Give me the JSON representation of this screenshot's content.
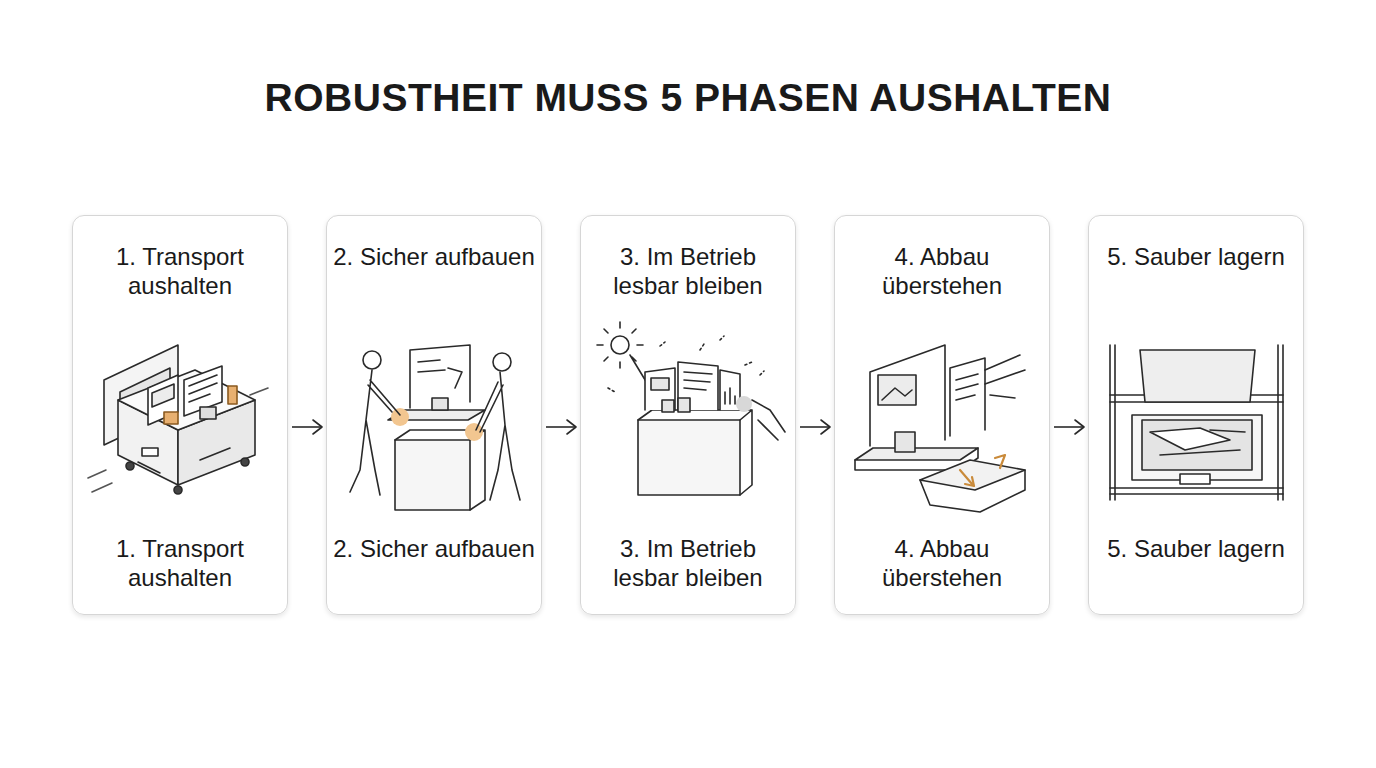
{
  "diagram": {
    "title": "ROBUSTHEIT MUSS 5 PHASEN AUSHALTEN",
    "nodes": [
      {
        "text": [
          "1. Transport aushalten",
          "1. Transport aushalten"
        ]
      },
      {
        "text": [
          "2. Sicher aufbauen",
          "2. Sicher aufbauen"
        ]
      },
      {
        "text": [
          "3. Im Betrieb lesbar bleiben",
          "3. Im Betrieb lesbar bleiben"
        ]
      },
      {
        "text": [
          "4. Abbau überstehen",
          "4. Abbau überstehen"
        ]
      },
      {
        "text": [
          "5. Sauber lagern",
          "5. Sauber lagern"
        ]
      }
    ],
    "edges": [
      {
        "from": 0,
        "to": 1,
        "arrow": "to"
      },
      {
        "from": 1,
        "to": 2,
        "arrow": "to"
      },
      {
        "from": 2,
        "to": 3,
        "arrow": "to"
      },
      {
        "from": 3,
        "to": 4,
        "arrow": "to"
      }
    ]
  }
}
